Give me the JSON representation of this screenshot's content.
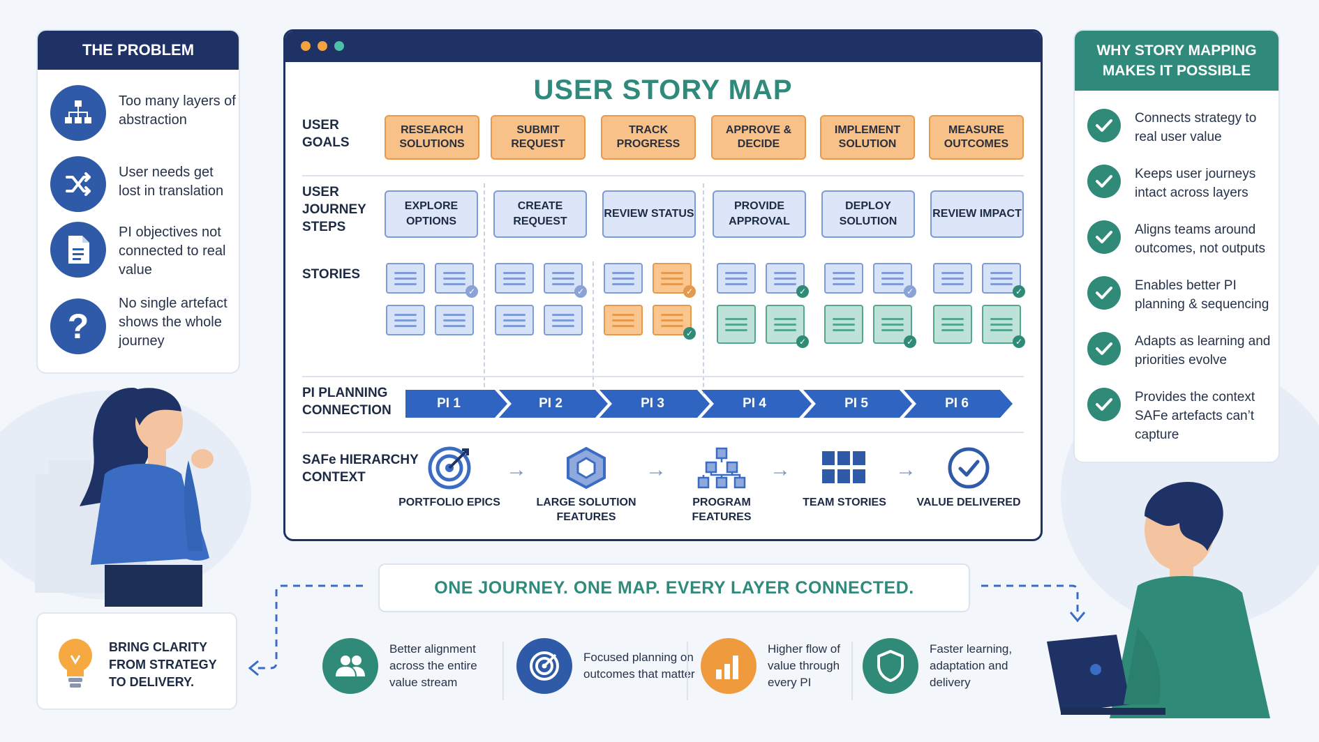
{
  "problem": {
    "title": "THE PROBLEM",
    "items": [
      {
        "icon": "hierarchy-icon",
        "text": "Too many layers of abstraction"
      },
      {
        "icon": "shuffle-icon",
        "text": "User needs get lost in translation"
      },
      {
        "icon": "document-icon",
        "text": "PI objectives not connected to real value"
      },
      {
        "icon": "question-icon",
        "text": "No single artefact shows the whole journey"
      }
    ]
  },
  "why": {
    "title": "WHY STORY MAPPING MAKES IT POSSIBLE",
    "items": [
      "Connects strategy to real user value",
      "Keeps user journeys intact across layers",
      "Aligns teams around outcomes, not outputs",
      "Enables better PI planning & sequencing",
      "Adapts as learning and priorities evolve",
      "Provides the context SAFe artefacts can’t capture"
    ]
  },
  "map": {
    "title": "USER STORY MAP",
    "labels": {
      "goals": "USER GOALS",
      "steps": "USER JOURNEY STEPS",
      "stories": "STORIES",
      "pi": "PI PLANNING CONNECTION",
      "hierarchy": "SAFe HIERARCHY CONTEXT"
    },
    "goals": [
      "RESEARCH SOLUTIONS",
      "SUBMIT REQUEST",
      "TRACK PROGRESS",
      "APPROVE & DECIDE",
      "IMPLEMENT SOLUTION",
      "MEASURE OUTCOMES"
    ],
    "steps": [
      "EXPLORE OPTIONS",
      "CREATE REQUEST",
      "REVIEW STATUS",
      "PROVIDE APPROVAL",
      "DEPLOY SOLUTION",
      "REVIEW IMPACT"
    ],
    "pis": [
      "PI 1",
      "PI 2",
      "PI 3",
      "PI 4",
      "PI 5",
      "PI 6"
    ],
    "hierarchy": [
      {
        "icon": "target-icon",
        "label": "PORTFOLIO EPICS"
      },
      {
        "icon": "cube-icon",
        "label": "LARGE SOLUTION FEATURES"
      },
      {
        "icon": "org-chart-icon",
        "label": "PROGRAM FEATURES"
      },
      {
        "icon": "grid-icon",
        "label": "TEAM STORIES"
      },
      {
        "icon": "check-circle-icon",
        "label": "VALUE DELIVERED"
      }
    ]
  },
  "banner": "ONE JOURNEY. ONE MAP. EVERY LAYER CONNECTED.",
  "clarity": "BRING CLARITY FROM STRATEGY TO DELIVERY.",
  "benefits": [
    {
      "icon": "people-icon",
      "color": "#2f8a78",
      "text": "Better alignment across the entire value stream"
    },
    {
      "icon": "target-icon",
      "color": "#2f5aa8",
      "text": "Focused planning on outcomes that matter"
    },
    {
      "icon": "bar-chart-icon",
      "color": "#ef9a3c",
      "text": "Higher flow of value through every PI"
    },
    {
      "icon": "shield-icon",
      "color": "#2f8a78",
      "text": "Faster learning, adaptation and delivery"
    }
  ],
  "colors": {
    "navy": "#1e3266",
    "teal": "#2f8a7c",
    "blue": "#2f5aa8",
    "orange": "#ef9a3c"
  }
}
